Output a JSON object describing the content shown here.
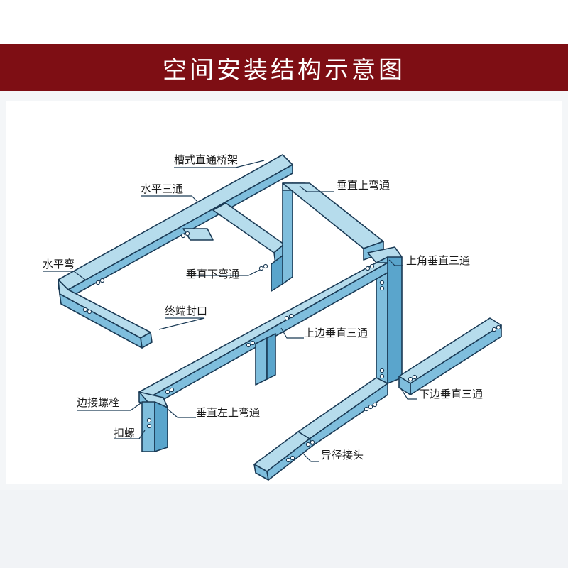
{
  "header": {
    "title": "空间安装结构示意图"
  },
  "labels": {
    "straight_tray": "槽式直通桥架",
    "horizontal_tee": "水平三通",
    "vertical_up_bend": "垂直上弯通",
    "horizontal_bend": "水平弯",
    "vertical_down_bend": "垂直下弯通",
    "top_vertical_tee": "上角垂直三通",
    "end_cap": "终端封口",
    "upper_side_vertical_tee": "上边垂直三通",
    "lower_side_vertical_tee": "下边垂直三通",
    "side_connector_bolt": "边接螺栓",
    "vertical_left_up_bend": "垂直左上弯通",
    "clip_bolt": "扣螺",
    "reducer_joint": "异径接头"
  },
  "colors": {
    "banner": "#7e0e14",
    "tray_top": "#b6dcec",
    "tray_side": "#7fbedd",
    "outline": "#1a3a55"
  }
}
